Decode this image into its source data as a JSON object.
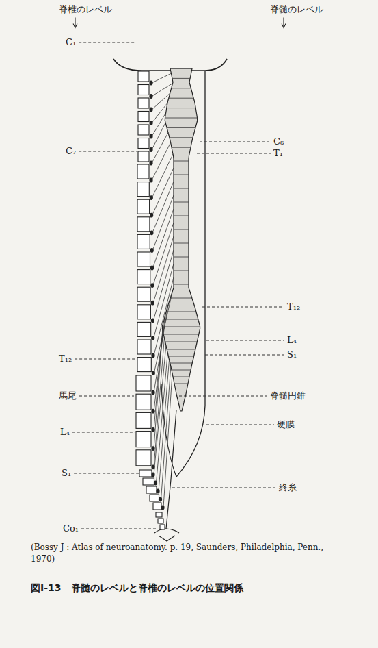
{
  "diagram": {
    "caption": "図Ⅰ-13　脊髄のレベルと脊椎のレベルの位置関係",
    "labels": [
      "脊椎のレベル",
      "脊髄のレベル",
      "C₁",
      "C₇",
      "T₁₂",
      "馬尾",
      "L₄",
      "S₁",
      "Co₁",
      "C₈",
      "T₁",
      "T₁₂",
      "L₄",
      "S₁",
      "脊髄円錐",
      "硬膜",
      "終糸",
      "(Bossy J : Atlas of neuroanatomy. p. 19, Saunders, Philadelphia, Penn., 1970)"
    ]
  }
}
